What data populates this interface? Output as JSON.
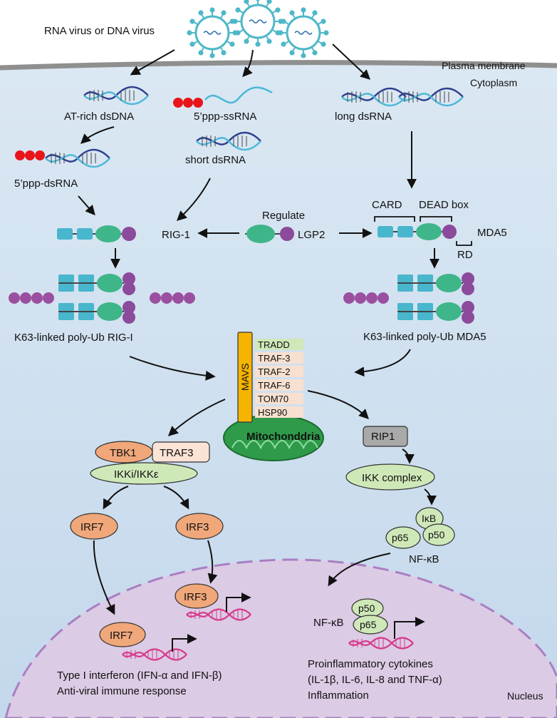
{
  "top": {
    "virus_label": "RNA virus or DNA virus",
    "membrane_label": "Plasma membrane",
    "cytoplasm_label": "Cytoplasm",
    "nucleus_label": "Nucleus"
  },
  "ligands": {
    "at_rich": "AT-rich dsDNA",
    "ppp_ssrna": "5’ppp-ssRNA",
    "long_dsrna": "long dsRNA",
    "ppp_dsrna": "5’ppp-dsRNA",
    "short_dsrna": "short dsRNA"
  },
  "receptors": {
    "regulate": "Regulate",
    "rig1": "RIG-1",
    "lgp2": "LGP2",
    "mda5": "MDA5",
    "card": "CARD",
    "dead_box": "DEAD box",
    "rd": "RD",
    "ub_rig": "K63-linked poly-Ub RIG-I",
    "ub_mda5": "K63-linked poly-Ub MDA5"
  },
  "mavs": {
    "label": "MAVS",
    "partners": [
      "TRADD",
      "TRAF-3",
      "TRAF-2",
      "TRAF-6",
      "TOM70",
      "HSP90"
    ],
    "mito": "Mitochonddria"
  },
  "left_path": {
    "tbk1": "TBK1",
    "traf3": "TRAF3",
    "ikk": "IKKi/IKKε",
    "irf7": "IRF7",
    "irf3": "IRF3",
    "irf3_nuc": "IRF3",
    "irf7_nuc": "IRF7",
    "outcome1": "Type I interferon (IFN-α and IFN-β)",
    "outcome2": "Anti-viral immune response"
  },
  "right_path": {
    "rip1": "RIP1",
    "ikk_complex": "IKK complex",
    "ikb": "IκB",
    "p65": "p65",
    "p50": "p50",
    "nfkb": "NF-κB",
    "nfkb_nuc": "NF-κB",
    "p50_nuc": "p50",
    "p65_nuc": "p65",
    "outcome1": "Proinflammatory cytokines",
    "outcome2": "(IL-1β, IL-6, IL-8 and TNF-α)",
    "outcome3": "Inflammation"
  },
  "colors": {
    "cyto_top": "#dbe8f3",
    "cyto_bottom": "#c9dcee",
    "membrane": "#8f8f8f",
    "nucleus": "#dccbe5",
    "card": "#48b6cc",
    "dead": "#3fb58a",
    "rd": "#8b4a9c",
    "irf": "#f0a77a",
    "ikk": "#cfe8b8",
    "mito": "#2e9a4a",
    "mavs": "#f5b400",
    "ppp": "#e8151b"
  }
}
